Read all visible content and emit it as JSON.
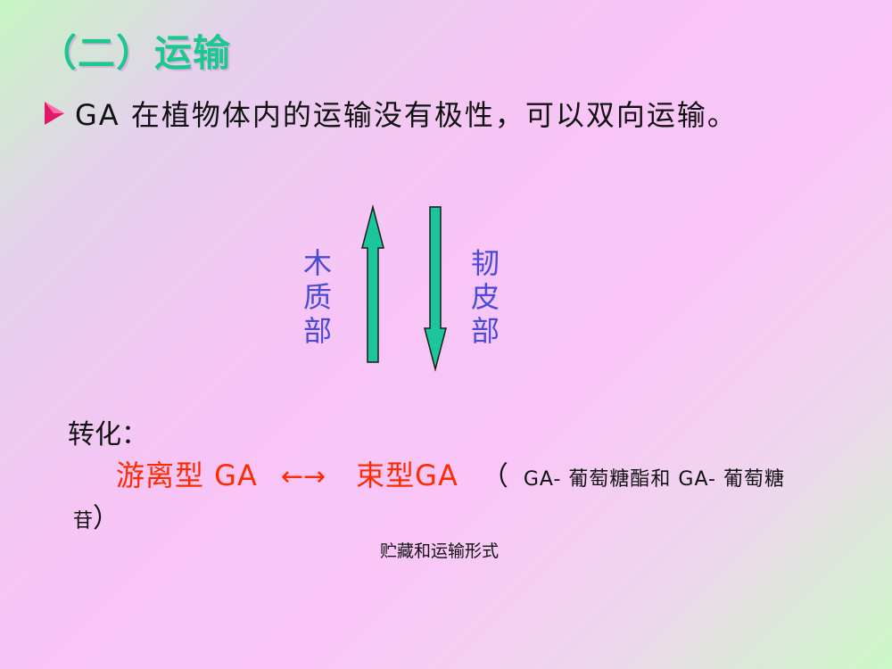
{
  "slide": {
    "title": "（二）运输",
    "bullet": {
      "marker_icon": "right-triangle-bullet-icon",
      "marker_color": "#e0186c",
      "text": "GA 在植物体内的运输没有极性，可以双向运输。"
    },
    "diagram": {
      "left_label": [
        "木",
        "质",
        "部"
      ],
      "right_label": [
        "韧",
        "皮",
        "部"
      ],
      "arrow_color": "#1bc79a",
      "up_arrow_icon": "up-arrow-icon",
      "down_arrow_icon": "down-arrow-icon"
    },
    "conversion": {
      "label": "转化：",
      "free_type": "游离型 GA",
      "arrow": "←→",
      "bound_type": "束型GA",
      "note_open": "（",
      "note_text": "GA- 葡萄糖酯和 GA- 葡萄糖",
      "note_cont": "苷",
      "note_close": "）",
      "storage_note": "贮藏和运输形式"
    },
    "colors": {
      "title": "#19c98e",
      "labels": "#4a4ad8",
      "highlight": "#ff2a00"
    }
  }
}
